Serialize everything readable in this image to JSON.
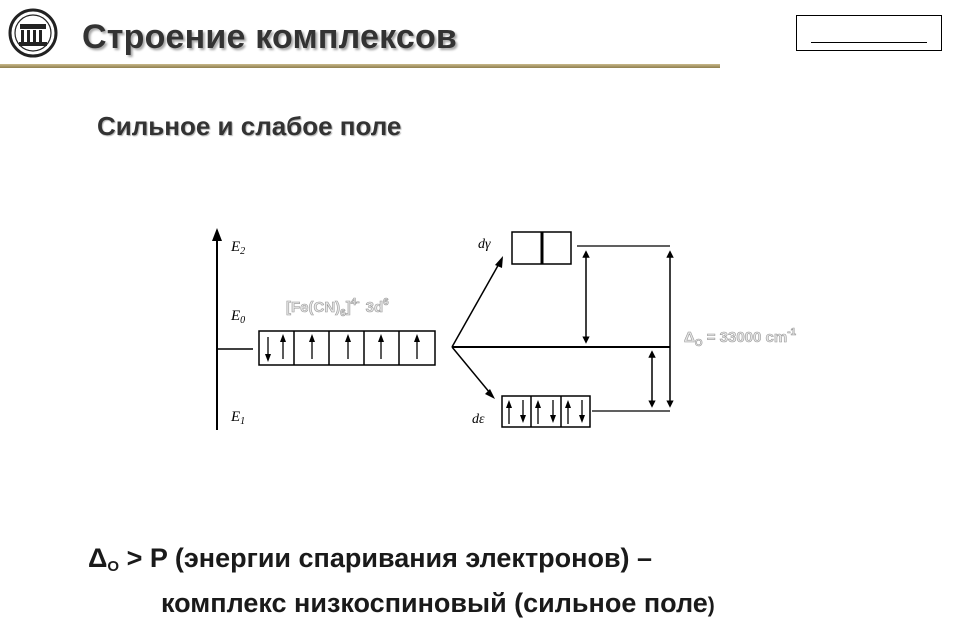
{
  "header": {
    "title": "Строение комплексов"
  },
  "subtitle": "Сильное и слабое поле",
  "diagram": {
    "energy_labels": {
      "e2": {
        "base": "E",
        "sub": "2"
      },
      "e0": {
        "base": "E",
        "sub": "0"
      },
      "e1": {
        "base": "E",
        "sub": "1"
      }
    },
    "complex_label": {
      "formula_a": "[Fe(CN)",
      "formula_sub": "6",
      "formula_b": "]",
      "formula_sup": "4-",
      "config_base": "3d",
      "config_sup": "6"
    },
    "d_gamma_label": "dγ",
    "d_epsilon_label": "dε",
    "splitting_label": {
      "symbol": "Δ",
      "sub": "O",
      "value": " = 33000 cm",
      "sup": "-1"
    },
    "free_ion_orbitals": [
      "down-up",
      "up",
      "up",
      "up",
      "up"
    ],
    "d_gamma_orbitals": [
      "",
      ""
    ],
    "d_epsilon_orbitals": [
      "up-down",
      "up-down",
      "up-down"
    ],
    "colors": {
      "faded_label": "#e6e6e6",
      "faded_stroke": "#9a9a9a"
    }
  },
  "conclusion": {
    "delta": "Δ",
    "delta_sub": "O",
    "line1_rest": " > P (энергии спаривания электронов) –",
    "line2": "комплекс низкоспиновый (сильное поле",
    "line2_close": ")"
  }
}
